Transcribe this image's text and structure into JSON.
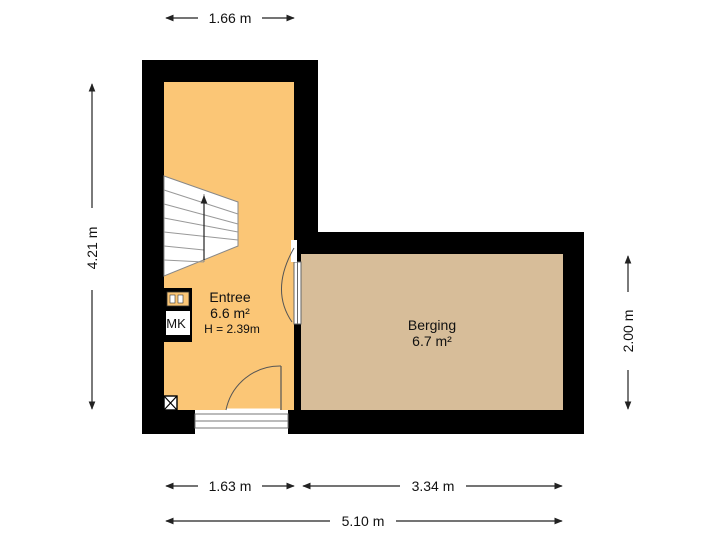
{
  "rooms": {
    "entree": {
      "name": "Entree",
      "area": "6.6 m²",
      "height": "H = 2.39m",
      "color": "#fbc676"
    },
    "berging": {
      "name": "Berging",
      "area": "6.7 m²",
      "color": "#d7bd99"
    }
  },
  "fixtures": {
    "meter_cupboard": "MK"
  },
  "dimensions": {
    "top_width": "1.66 m",
    "left_height": "4.21 m",
    "right_height": "2.00 m",
    "bottom_left": "1.63 m",
    "bottom_right": "3.34 m",
    "total_width": "5.10 m"
  },
  "colors": {
    "wall": "#000000",
    "dimension_line": "#222222"
  }
}
